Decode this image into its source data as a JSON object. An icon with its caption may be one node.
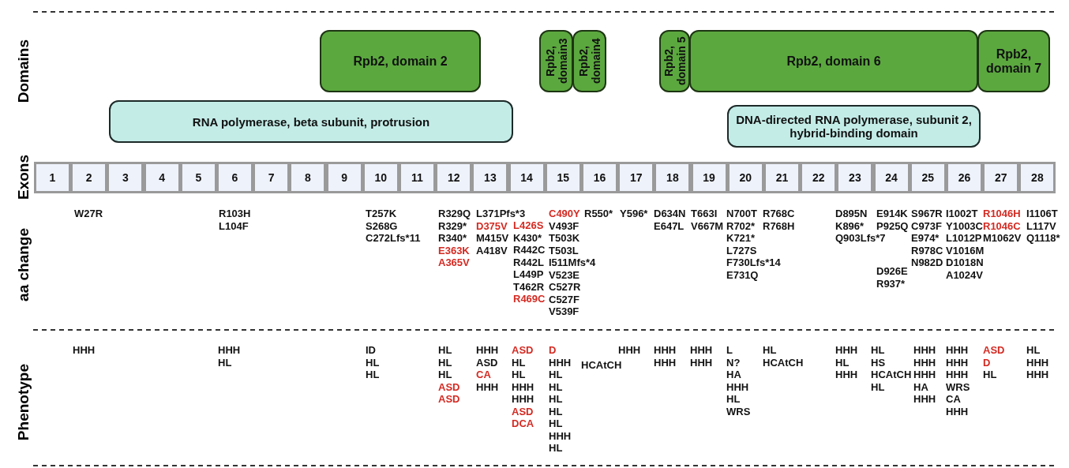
{
  "diagram": {
    "nodes": [
      {
        "text": [
          "Rpb2, domain 2"
        ]
      },
      {
        "text": [
          "Rpb2, domain3"
        ]
      },
      {
        "text": [
          "Rpb2, domain4"
        ]
      },
      {
        "text": [
          "Rpb2, domain 5"
        ]
      },
      {
        "text": [
          "Rpb2, domain 6"
        ]
      },
      {
        "text": [
          "Rpb2, domain 7"
        ]
      },
      {
        "text": [
          "RNA polymerase, beta subunit, protrusion"
        ]
      },
      {
        "text": [
          "DNA-directed RNA polymerase, subunit 2, hybrid-binding domain"
        ]
      },
      {
        "text": [
          "1"
        ]
      },
      {
        "text": [
          "2"
        ]
      },
      {
        "text": [
          "3"
        ]
      },
      {
        "text": [
          "4"
        ]
      },
      {
        "text": [
          "5"
        ]
      },
      {
        "text": [
          "6"
        ]
      },
      {
        "text": [
          "7"
        ]
      },
      {
        "text": [
          "8"
        ]
      },
      {
        "text": [
          "9"
        ]
      },
      {
        "text": [
          "10"
        ]
      },
      {
        "text": [
          "11"
        ]
      },
      {
        "text": [
          "12"
        ]
      },
      {
        "text": [
          "13"
        ]
      },
      {
        "text": [
          "14"
        ]
      },
      {
        "text": [
          "15"
        ]
      },
      {
        "text": [
          "16"
        ]
      },
      {
        "text": [
          "17"
        ]
      },
      {
        "text": [
          "18"
        ]
      },
      {
        "text": [
          "19"
        ]
      },
      {
        "text": [
          "20"
        ]
      },
      {
        "text": [
          "21"
        ]
      },
      {
        "text": [
          "22"
        ]
      },
      {
        "text": [
          "23"
        ]
      },
      {
        "text": [
          "24"
        ]
      },
      {
        "text": [
          "25"
        ]
      },
      {
        "text": [
          "26"
        ]
      },
      {
        "text": [
          "27"
        ]
      },
      {
        "text": [
          "28"
        ]
      }
    ],
    "labels": [
      "Domains",
      "Exons",
      "aa change",
      "W27R",
      "R103H",
      "L104F",
      "T257K",
      "S268G",
      "C272Lfs*11",
      "R329Q",
      "R329*",
      "R340*",
      "E363K",
      "A365V",
      "L371Pfs*3",
      "D375V",
      "M415V",
      "A418V",
      "L426S",
      "K430*",
      "R442C",
      "R442L",
      "L449P",
      "T462R",
      "R469C",
      "C490Y",
      "V493F",
      "T503K",
      "T503L",
      "I511Mfs*4",
      "V523E",
      "C527R",
      "C527F",
      "V539F",
      "R550*",
      "Y596*",
      "D634N",
      "E647L",
      "T663I",
      "V667M",
      "N700T",
      "R702*",
      "K721*",
      "L727S",
      "F730Lfs*14",
      "E731Q",
      "R768C",
      "R768H",
      "D895N",
      "K896*",
      "Q903Lfs*7",
      "E914K",
      "P925Q",
      "D926E",
      "R937*",
      "S967R",
      "C973F",
      "E974*",
      "R978C",
      "N982D",
      "I1002T",
      "Y1003C",
      "L1012P",
      "V1016M",
      "D1018N",
      "A1024V",
      "R1046H",
      "R1046C",
      "M1062V",
      "I1106T",
      "L117V",
      "Q1118*",
      "Phenotype",
      "HHH",
      "HHH",
      "HL",
      "ID",
      "HL",
      "HL",
      "HL",
      "HL",
      "HL",
      "ASD",
      "ASD",
      "HHH",
      "ASD",
      "CA",
      "HHH",
      "ASD",
      "HL",
      "HL",
      "HHH",
      "HHH",
      "ASD",
      "DCA",
      "D",
      "HHH",
      "HL",
      "HL",
      "HL",
      "HL",
      "HL",
      "HHH",
      "HL",
      "HCAtCH",
      "HHH",
      "HHH",
      "HHH",
      "HHH",
      "HHH",
      "L",
      "N?",
      "HA",
      "HHH",
      "HL",
      "WRS",
      "HL",
      "HCAtCH",
      "HHH",
      "HL",
      "HHH",
      "HL",
      "HS",
      "HCAtCH",
      "HL",
      "HHH",
      "HHH",
      "HHH",
      "HA",
      "HHH",
      "HHH",
      "HHH",
      "HHH",
      "WRS",
      "CA",
      "HHH",
      "ASD",
      "D",
      "HL",
      "HL",
      "HHH",
      "HHH"
    ]
  }
}
